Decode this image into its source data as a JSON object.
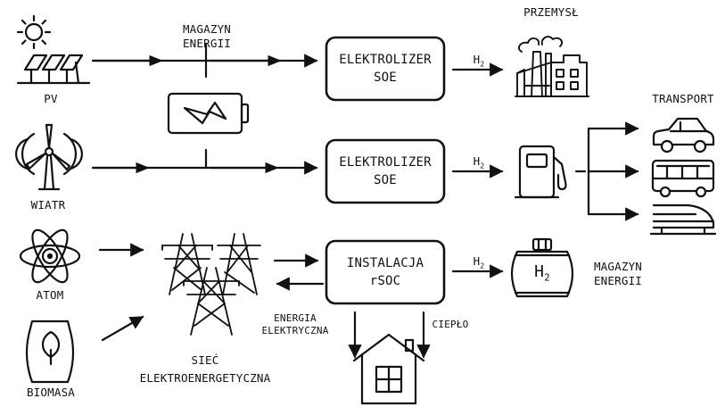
{
  "sources": {
    "pv": "PV",
    "wind": "WIATR",
    "nuclear": "ATOM",
    "biomass": "BIOMASA"
  },
  "storage_top": {
    "line1": "MAGAZYN",
    "line2": "ENERGII"
  },
  "grid": {
    "line1": "SIEĆ",
    "line2": "ELEKTROENERGETYCZNA"
  },
  "electrolyzer1": {
    "line1": "ELEKTROLIZER",
    "line2": "SOE"
  },
  "electrolyzer2": {
    "line1": "ELEKTROLIZER",
    "line2": "SOE"
  },
  "rsoc": {
    "line1": "INSTALACJA",
    "line2": "rSOC"
  },
  "flows": {
    "h2_1": "H",
    "h2_2": "H",
    "h2_3": "H",
    "h2_sub": "2",
    "electric_line1": "ENERGIA",
    "electric_line2": "ELEKTRYCZNA",
    "heat": "CIEPŁO"
  },
  "consumers": {
    "industry": "PRZEMYSŁ",
    "transport": "TRANSPORT",
    "storage_line1": "MAGAZYN",
    "storage_line2": "ENERGII",
    "tank_label": "H",
    "tank_sub": "2"
  }
}
